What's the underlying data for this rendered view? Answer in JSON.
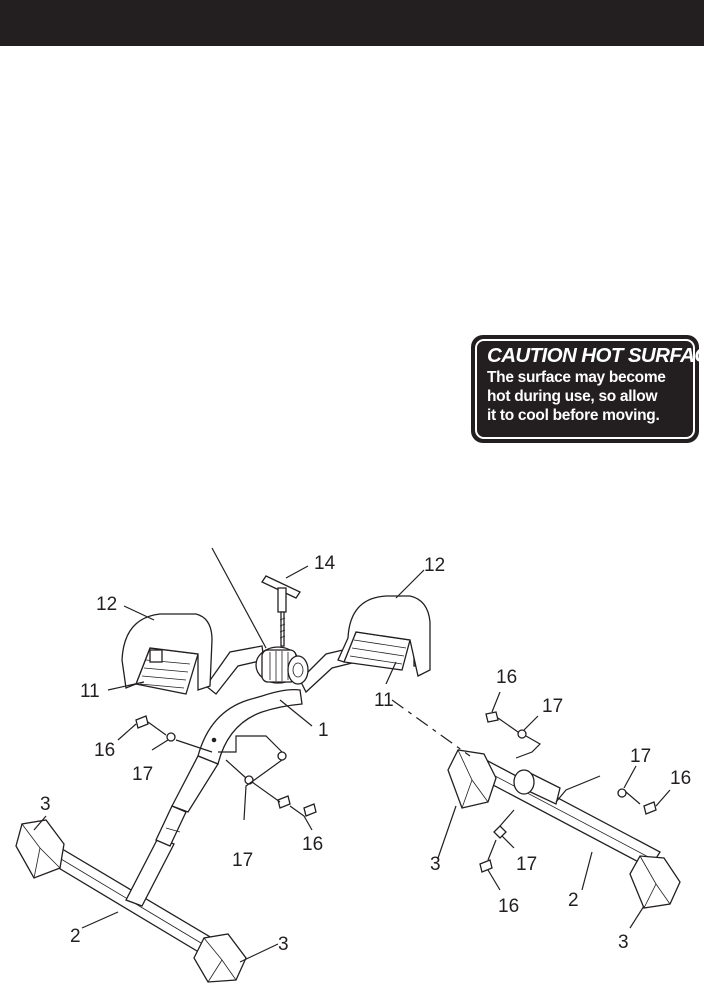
{
  "caution": {
    "title": "CAUTION HOT SURFACE!",
    "lines": [
      "The surface may become",
      "hot during use, so allow",
      "it to cool before moving."
    ]
  },
  "callouts": {
    "c1": "1",
    "c2_left": "2",
    "c2_right": "2",
    "c3_left_top": "3",
    "c3_left_bottom": "3",
    "c3_right_top": "3",
    "c3_right_bottom": "3",
    "c11_left": "11",
    "c11_right": "11",
    "c12_left": "12",
    "c12_right": "12",
    "c14": "14",
    "c16_a": "16",
    "c16_b": "16",
    "c16_c": "16",
    "c16_d": "16",
    "c16_e": "16",
    "c17_a": "17",
    "c17_b": "17",
    "c17_c": "17",
    "c17_d": "17",
    "c17_e": "17"
  },
  "colors": {
    "ink": "#231f20",
    "paper": "#ffffff"
  }
}
